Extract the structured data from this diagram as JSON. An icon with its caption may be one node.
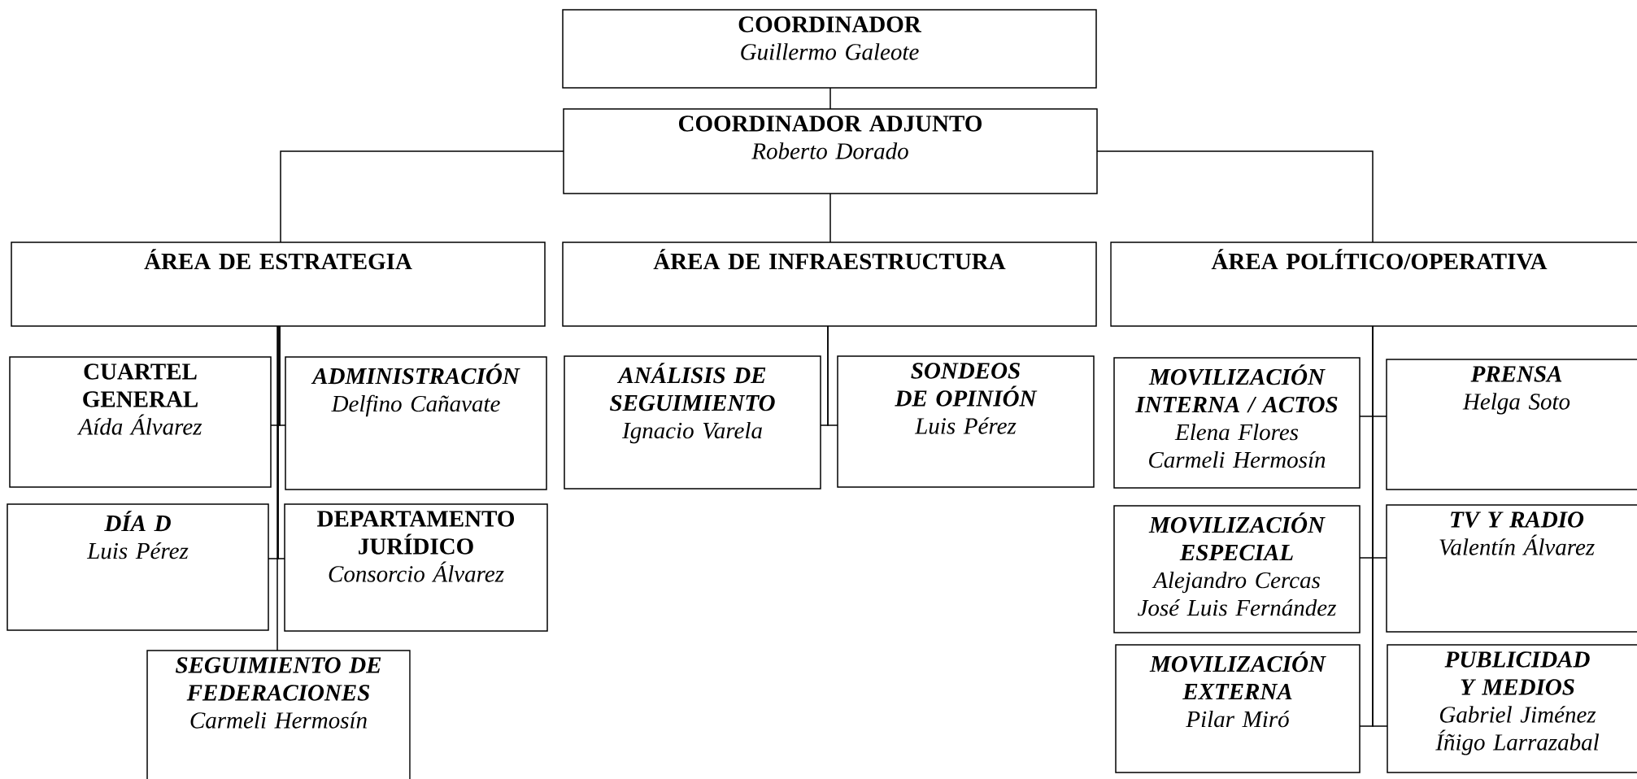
{
  "diagram": {
    "nodes": [
      {
        "text": [
          "COORDINADOR",
          "Guillermo Galeote"
        ]
      },
      {
        "text": [
          "COORDINADOR ADJUNTO",
          "Roberto Dorado"
        ]
      },
      {
        "text": [
          "ÁREA DE ESTRATEGIA"
        ]
      },
      {
        "text": [
          "ÁREA DE INFRAESTRUCTURA"
        ]
      },
      {
        "text": [
          "ÁREA POLÍTICO/OPERATIVA"
        ]
      },
      {
        "text": [
          "CUARTEL GENERAL",
          "Aída Álvarez"
        ]
      },
      {
        "text": [
          "ADMINISTRACIÓN",
          "Delfino Cañavate"
        ]
      },
      {
        "text": [
          "DÍA D",
          "Luis Pérez"
        ]
      },
      {
        "text": [
          "DEPARTAMENTO JURÍDICO",
          "Consorcio Álvarez"
        ]
      },
      {
        "text": [
          "SEGUIMIENTO DE FEDERACIONES",
          "Carmeli Hermosín"
        ]
      },
      {
        "text": [
          "ANÁLISIS DE SEGUIMIENTO",
          "Ignacio Varela"
        ]
      },
      {
        "text": [
          "SONDEOS DE OPINIÓN",
          "Luis Pérez"
        ]
      },
      {
        "text": [
          "MOVILIZACIÓN INTERNA / ACTOS",
          "Elena Flores",
          "Carmeli Hermosín"
        ]
      },
      {
        "text": [
          "PRENSA",
          "Helga Soto"
        ]
      },
      {
        "text": [
          "MOVILIZACIÓN ESPECIAL",
          "Alejandro Cercas",
          "José Luis Fernández"
        ]
      },
      {
        "text": [
          "TV Y RADIO",
          "Valentín Álvarez"
        ]
      },
      {
        "text": [
          "MOVILIZACIÓN EXTERNA",
          "Pilar Miró"
        ]
      },
      {
        "text": [
          "PUBLICIDAD Y MEDIOS",
          "Gabriel Jiménez",
          "Íñigo Larrazabal"
        ]
      }
    ],
    "edges": [
      {
        "from": 0,
        "to": 1,
        "arrow": "none"
      },
      {
        "from": 1,
        "to": 2,
        "arrow": "none"
      },
      {
        "from": 1,
        "to": 3,
        "arrow": "none"
      },
      {
        "from": 1,
        "to": 4,
        "arrow": "none"
      },
      {
        "from": 2,
        "to": 5,
        "arrow": "none"
      },
      {
        "from": 2,
        "to": 6,
        "arrow": "none"
      },
      {
        "from": 2,
        "to": 7,
        "arrow": "none"
      },
      {
        "from": 2,
        "to": 8,
        "arrow": "none"
      },
      {
        "from": 2,
        "to": 9,
        "arrow": "none"
      },
      {
        "from": 3,
        "to": 10,
        "arrow": "none"
      },
      {
        "from": 3,
        "to": 11,
        "arrow": "none"
      },
      {
        "from": 4,
        "to": 12,
        "arrow": "none"
      },
      {
        "from": 4,
        "to": 13,
        "arrow": "none"
      },
      {
        "from": 4,
        "to": 14,
        "arrow": "none"
      },
      {
        "from": 4,
        "to": 15,
        "arrow": "none"
      },
      {
        "from": 4,
        "to": 16,
        "arrow": "none"
      },
      {
        "from": 4,
        "to": 17,
        "arrow": "none"
      }
    ]
  }
}
